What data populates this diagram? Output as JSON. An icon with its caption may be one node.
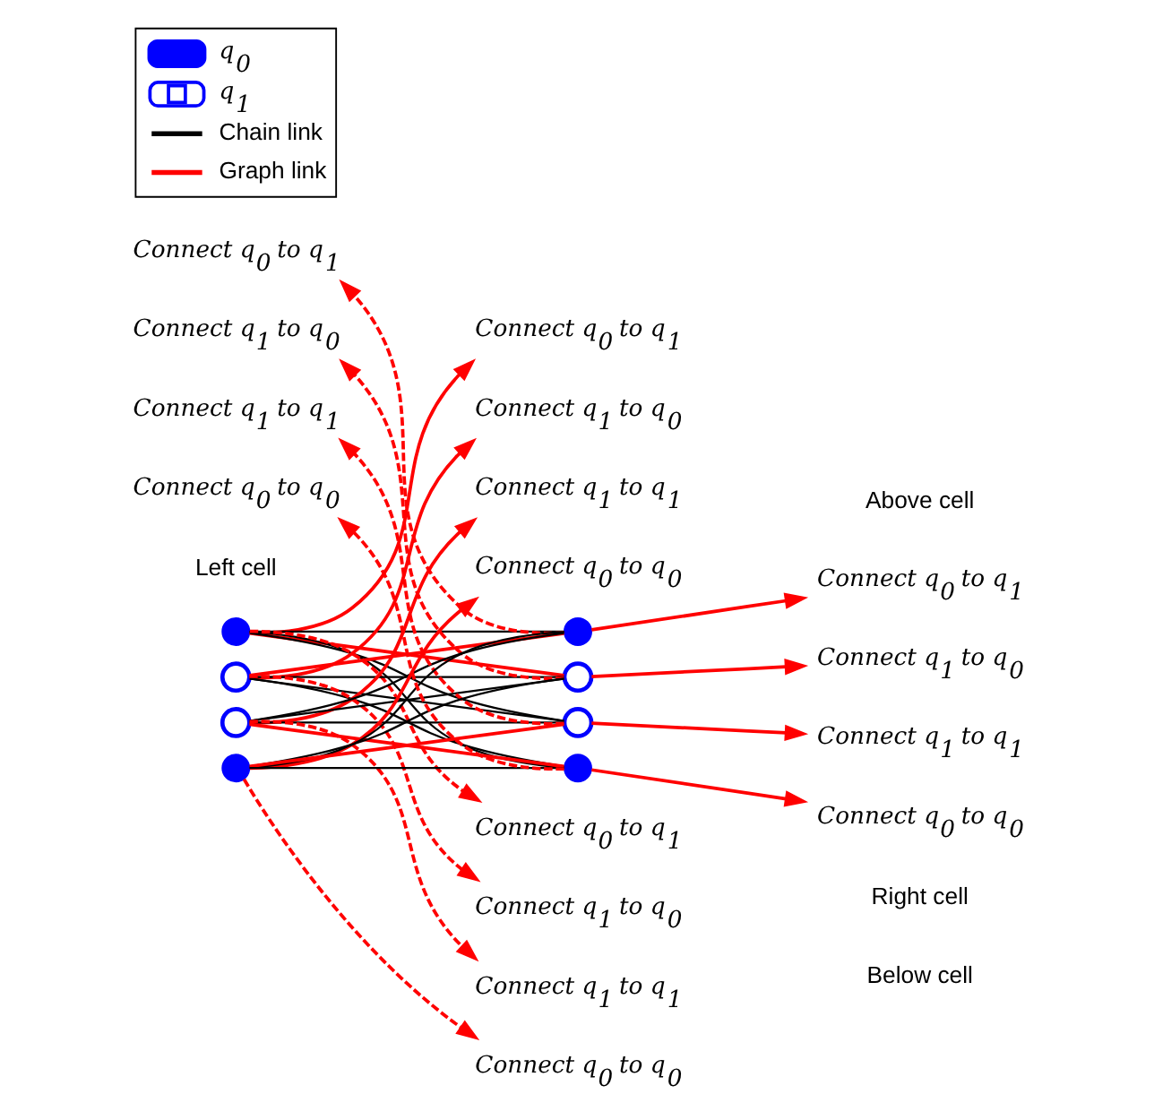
{
  "diagram": {
    "nodes": [
      {
        "text": [
          "Connect q$_{0}$ to q$_{1}$"
        ]
      },
      {
        "text": [
          "Connect q$_{1}$ to q$_{0}$"
        ]
      },
      {
        "text": [
          "Connect q$_{1}$ to q$_{1}$"
        ]
      },
      {
        "text": [
          "Connect q$_{0}$ to q$_{0}$"
        ]
      },
      {
        "text": [
          "Connect q$_{0}$ to q$_{1}$"
        ]
      },
      {
        "text": [],
        "shape": "circle"
      },
      {
        "text": [],
        "shape": "circle"
      },
      {
        "text": [
          "Connect q$_{0}$ to q$_{1}$"
        ]
      },
      {
        "text": [
          "Connect q$_{1}$ to q$_{0}$"
        ]
      },
      {
        "text": [],
        "shape": "circle"
      },
      {
        "text": [],
        "shape": "circle"
      },
      {
        "text": [
          "Connect q$_{1}$ to q$_{0}$"
        ]
      },
      {
        "text": [
          "Connect q$_{1}$ to q$_{1}$"
        ]
      },
      {
        "text": [],
        "shape": "circle"
      },
      {
        "text": [],
        "shape": "circle"
      },
      {
        "text": [
          "Connect q$_{1}$ to q$_{1}$"
        ]
      },
      {
        "text": [
          "Connect q$_{0}$ to q$_{0}$"
        ]
      },
      {
        "text": [],
        "shape": "circle"
      },
      {
        "text": [],
        "shape": "circle"
      },
      {
        "text": [
          "Connect q$_{0}$ to q$_{0}$"
        ]
      },
      {
        "text": [
          "Connect q$_{0}$ to q$_{1}$"
        ]
      },
      {
        "text": [
          "Connect q$_{1}$ to q$_{0}$"
        ]
      },
      {
        "text": [
          "Connect q$_{1}$ to q$_{1}$"
        ]
      },
      {
        "text": [
          "Connect q$_{0}$ to q$_{0}$"
        ]
      }
    ],
    "edges": [
      {
        "from": 5,
        "to": 6,
        "arrow": "none",
        "color": "#000000"
      },
      {
        "from": 5,
        "to": 10,
        "arrow": "none"
      },
      {
        "from": 5,
        "to": 14,
        "arrow": "none",
        "color": "#000000"
      },
      {
        "from": 5,
        "to": 18,
        "arrow": "none",
        "color": "#000000"
      },
      {
        "from": 9,
        "to": 6,
        "arrow": "none"
      },
      {
        "from": 9,
        "to": 10,
        "arrow": "none",
        "color": "#000000"
      },
      {
        "from": 9,
        "to": 14,
        "arrow": "none",
        "color": "#000000"
      },
      {
        "from": 9,
        "to": 18,
        "arrow": "none",
        "color": "#000000"
      },
      {
        "from": 13,
        "to": 6,
        "arrow": "none",
        "color": "#000000"
      },
      {
        "from": 13,
        "to": 10,
        "arrow": "none",
        "color": "#000000"
      },
      {
        "from": 13,
        "to": 14,
        "arrow": "none",
        "color": "#000000"
      },
      {
        "from": 13,
        "to": 18,
        "arrow": "none"
      },
      {
        "from": 17,
        "to": 6,
        "arrow": "none",
        "color": "#000000"
      },
      {
        "from": 17,
        "to": 10,
        "arrow": "none",
        "color": "#000000"
      },
      {
        "from": 17,
        "to": 14,
        "arrow": "none"
      },
      {
        "from": 17,
        "to": 18,
        "arrow": "none",
        "color": "#000000"
      },
      {
        "from": 6,
        "to": 7,
        "arrow": "to"
      },
      {
        "from": 10,
        "to": 11,
        "arrow": "to"
      },
      {
        "from": 14,
        "to": 15,
        "arrow": "to"
      },
      {
        "from": 18,
        "to": 19,
        "arrow": "to"
      },
      {
        "from": 5,
        "to": 0,
        "arrow": "to"
      },
      {
        "from": 9,
        "to": 1,
        "arrow": "to"
      },
      {
        "from": 13,
        "to": 2,
        "arrow": "to"
      },
      {
        "from": 17,
        "to": 3,
        "arrow": "to"
      },
      {
        "from": 6,
        "to": 4,
        "arrow": "to",
        "style": "dashed"
      },
      {
        "from": 10,
        "to": 8,
        "arrow": "to",
        "style": "dashed"
      },
      {
        "from": 14,
        "to": 12,
        "arrow": "to",
        "style": "dashed"
      },
      {
        "from": 18,
        "to": 16,
        "arrow": "to",
        "style": "dashed"
      },
      {
        "from": 5,
        "to": 20,
        "arrow": "to",
        "style": "dashed"
      },
      {
        "from": 9,
        "to": 21,
        "arrow": "to",
        "style": "dashed"
      },
      {
        "from": 13,
        "to": 22,
        "arrow": "to",
        "style": "dashed"
      },
      {
        "from": 17,
        "to": 23,
        "arrow": "to",
        "style": "dashed"
      }
    ],
    "labels": [
      "Above cell",
      "Left cell",
      "Right cell",
      "Below cell"
    ],
    "legend": [
      {
        "text": "q$_{0}$"
      },
      {
        "text": "q$_{1}$"
      },
      {
        "text": "Chain link"
      },
      {
        "text": "Graph link"
      }
    ]
  }
}
